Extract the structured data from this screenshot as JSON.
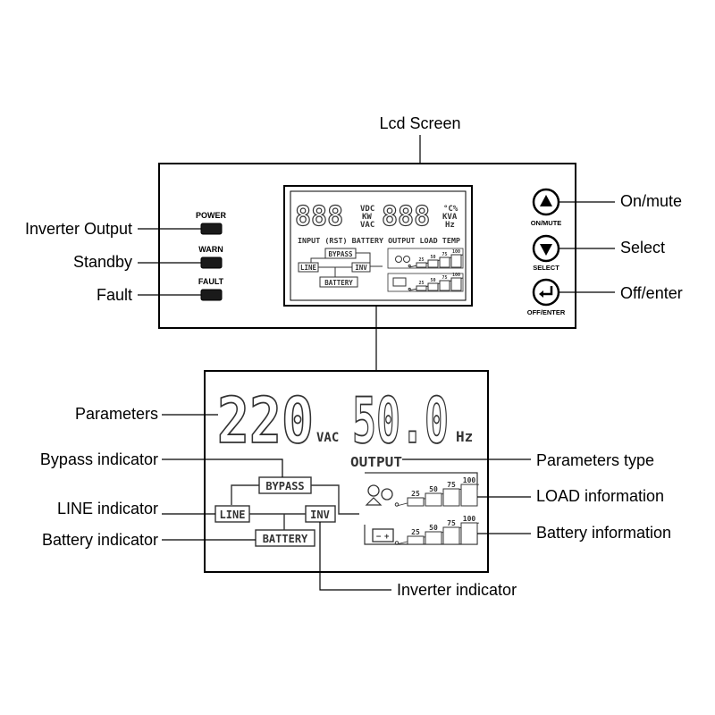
{
  "callouts": {
    "lcd_screen": "Lcd Screen",
    "inverter_output": "Inverter Output",
    "standby": "Standby",
    "fault": "Fault",
    "on_mute": "On/mute",
    "select": "Select",
    "off_enter": "Off/enter",
    "parameters": "Parameters",
    "bypass_indicator": "Bypass indicator",
    "line_indicator": "LINE indicator",
    "battery_indicator": "Battery indicator",
    "parameters_type": "Parameters type",
    "load_information": "LOAD information",
    "battery_information": "Battery information",
    "inverter_indicator": "Inverter indicator"
  },
  "panel": {
    "leds": [
      "POWER",
      "WARN",
      "FAULT"
    ],
    "buttons": [
      "ON/MUTE",
      "SELECT",
      "OFF/ENTER"
    ]
  },
  "small_lcd": {
    "digits_left": "888",
    "digits_right": "888",
    "units_left": [
      "VDC",
      "KW",
      "VAC"
    ],
    "units_right": [
      "°C%",
      "KVA",
      "Hz"
    ],
    "status_row": "INPUT (RST) BATTERY OUTPUT LOAD TEMP",
    "bypass": "BYPASS",
    "line": "LINE",
    "inv": "INV",
    "battery": "BATTERY",
    "scale": [
      "25",
      "50",
      "75",
      "100"
    ]
  },
  "big_lcd": {
    "voltage_value": "220",
    "voltage_unit": "VAC",
    "freq_value": "50.0",
    "freq_unit": "Hz",
    "param_type": "OUTPUT",
    "bypass": "BYPASS",
    "line": "LINE",
    "inv": "INV",
    "battery": "BATTERY",
    "scale": [
      "25",
      "50",
      "75",
      "100"
    ]
  }
}
